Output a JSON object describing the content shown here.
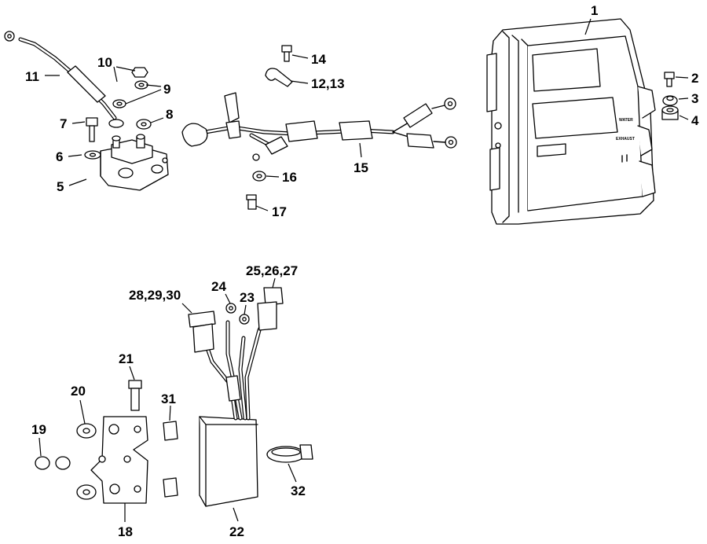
{
  "callouts": {
    "c1": "1",
    "c2": "2",
    "c3": "3",
    "c4": "4",
    "c5": "5",
    "c6": "6",
    "c7": "7",
    "c8": "8",
    "c9": "9",
    "c10": "10",
    "c11": "11",
    "c12_13": "12,13",
    "c14": "14",
    "c15": "15",
    "c16": "16",
    "c17": "17",
    "c18": "18",
    "c19": "19",
    "c20": "20",
    "c21": "21",
    "c22": "22",
    "c23": "23",
    "c24": "24",
    "c25_26_27": "25,26,27",
    "c28_29_30": "28,29,30",
    "c31": "31",
    "c32": "32"
  },
  "module_labels": {
    "water": "WATER",
    "exhaust": "EXHAUST"
  }
}
